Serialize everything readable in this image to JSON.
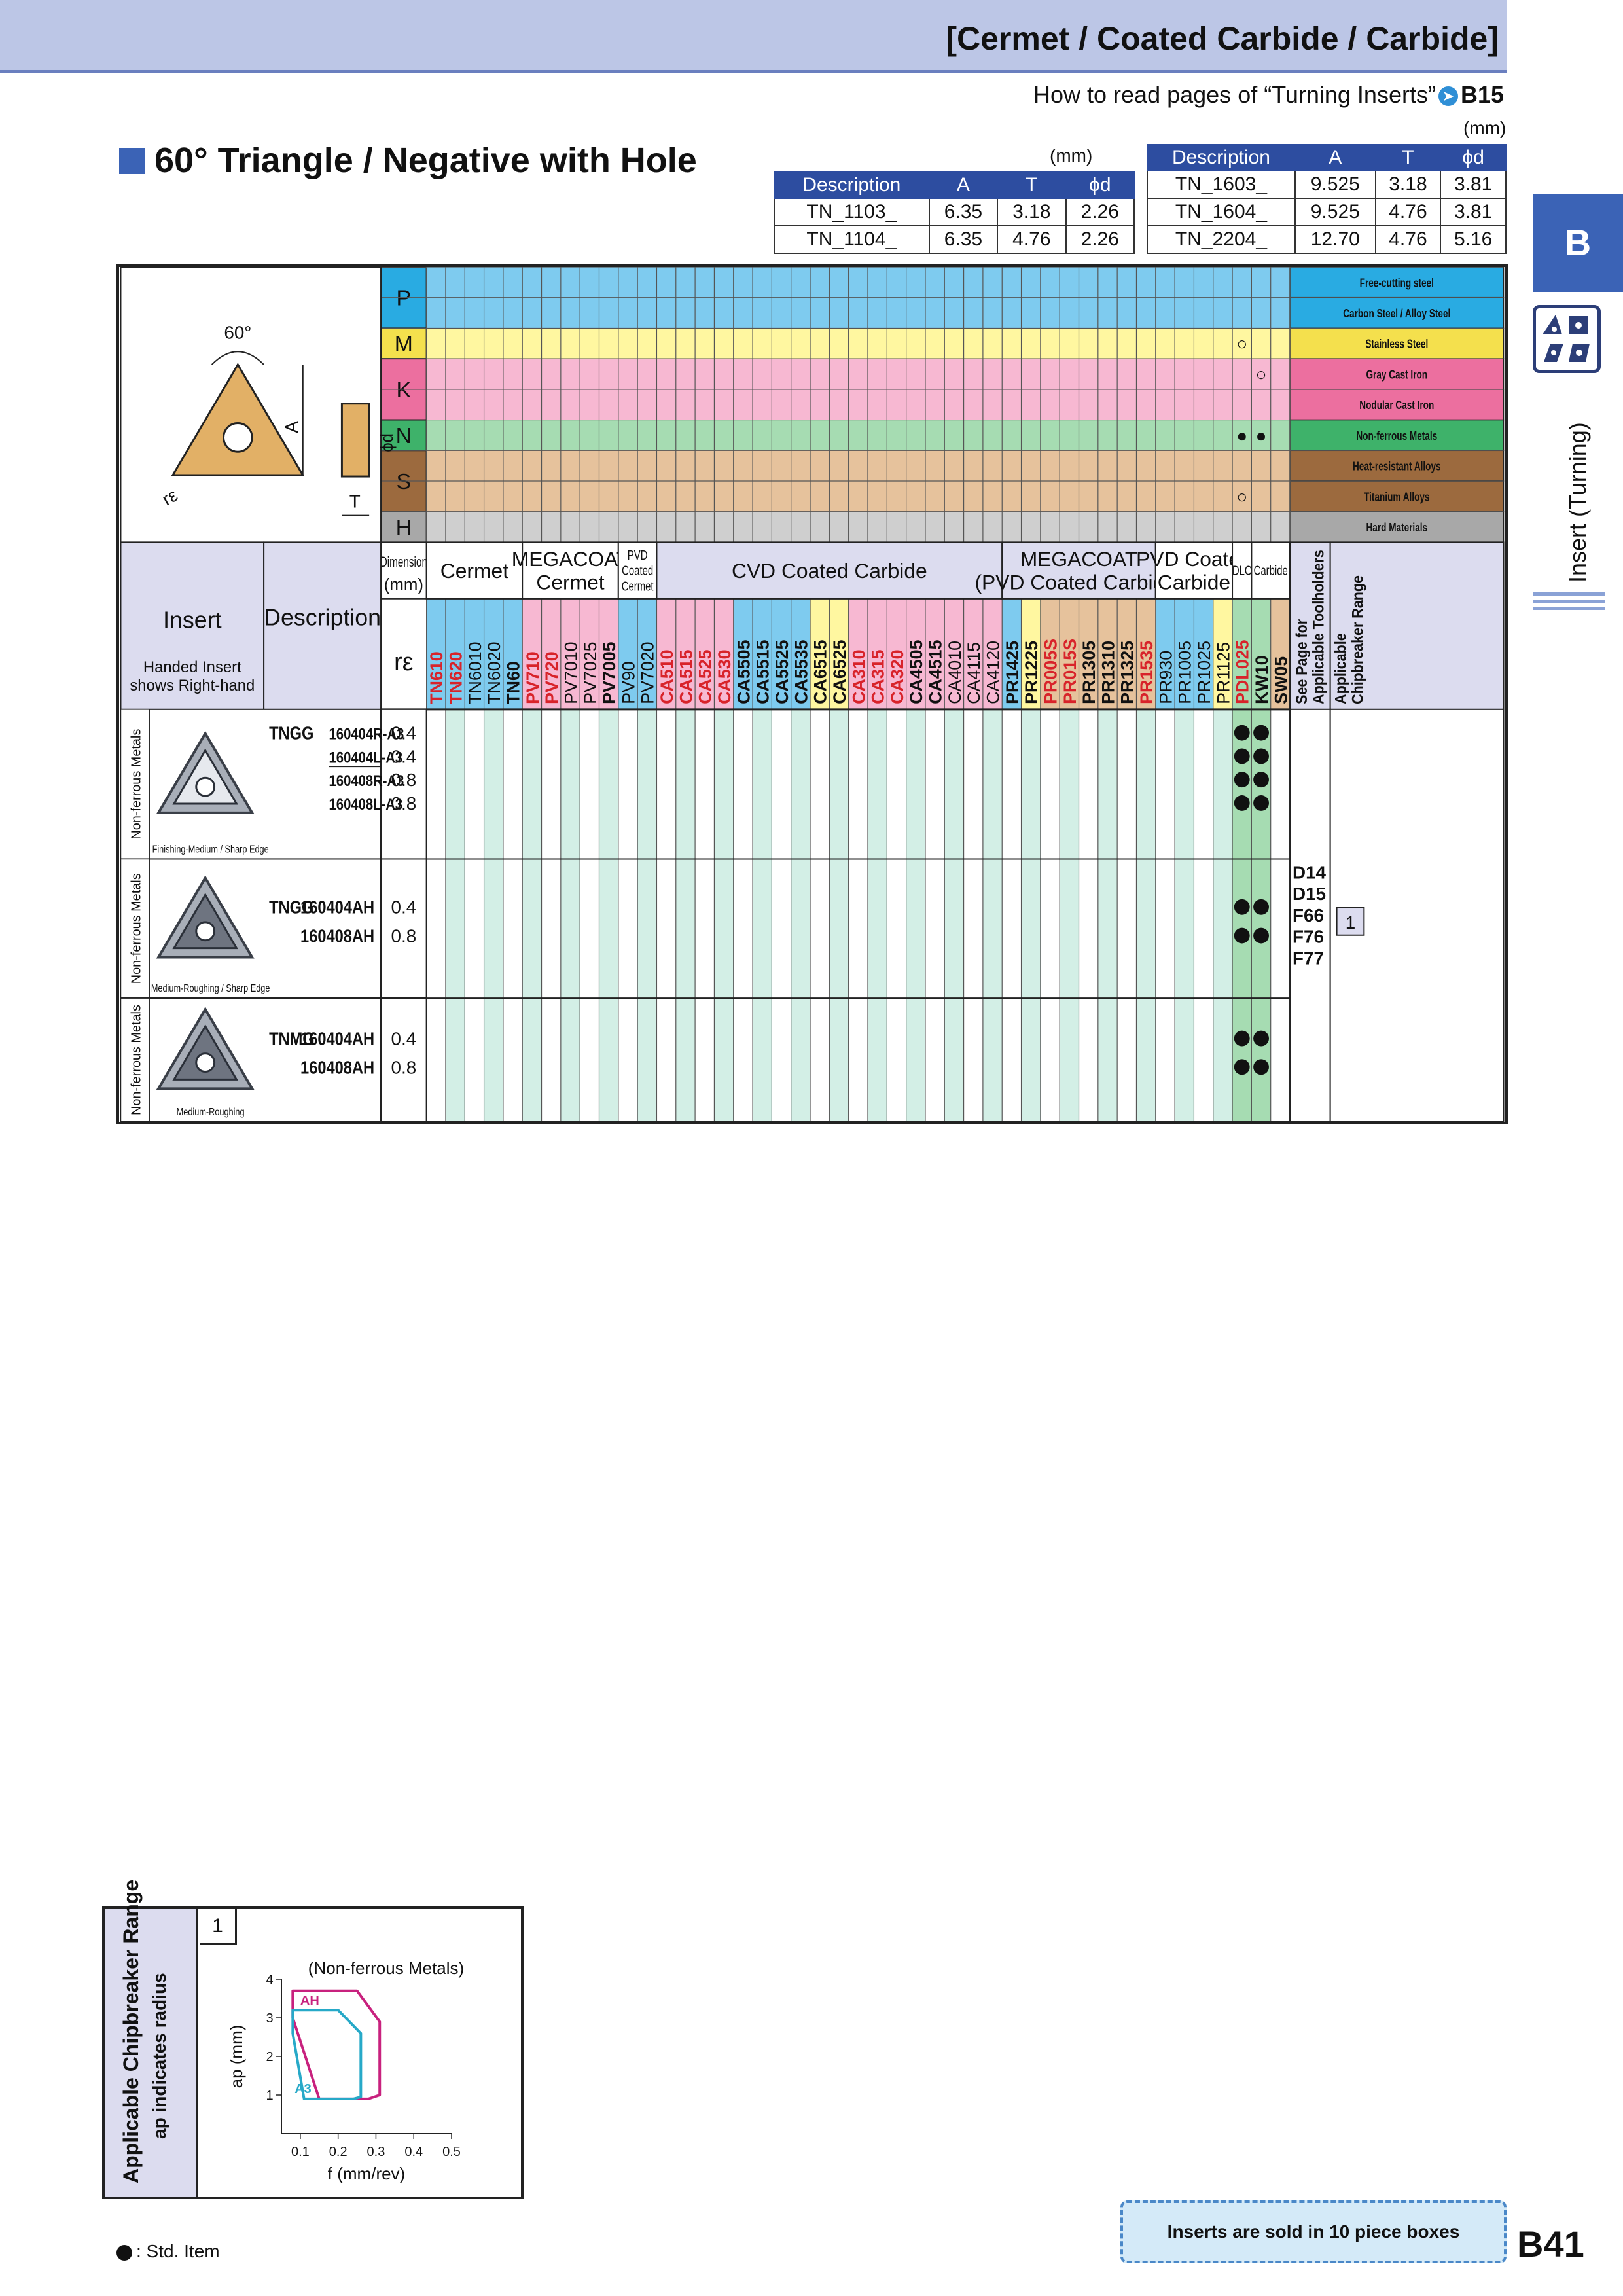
{
  "header": {
    "title": "[Cermet / Coated Carbide / Carbide]"
  },
  "howto": {
    "text": "How to read pages of “Turning Inserts”",
    "ref": "B15"
  },
  "side_tab": {
    "letter": "B",
    "label": "Insert (Turning)"
  },
  "section": {
    "title": "60° Triangle / Negative with Hole"
  },
  "dims_unit": "(mm)",
  "dims_headers": [
    "Description",
    "A",
    "T",
    "ϕd"
  ],
  "dims_left": [
    [
      "TN_1103_",
      "6.35",
      "3.18",
      "2.26"
    ],
    [
      "TN_1104_",
      "6.35",
      "4.76",
      "2.26"
    ]
  ],
  "dims_right": [
    [
      "TN_1603_",
      "9.525",
      "3.18",
      "3.81"
    ],
    [
      "TN_1604_",
      "9.525",
      "4.76",
      "3.81"
    ],
    [
      "TN_2204_",
      "12.70",
      "4.76",
      "5.16"
    ]
  ],
  "diagram": {
    "angle": "60°",
    "radius": "rε",
    "a": "A",
    "t": "T",
    "d": "ϕd"
  },
  "materials": [
    {
      "code": "P",
      "color": "#7ecbef",
      "codecolor": "#29abe2",
      "labels": [
        "Free-cutting steel",
        "Carbon Steel / Alloy Steel"
      ]
    },
    {
      "code": "M",
      "color": "#fff7a0",
      "codecolor": "#f4e04d",
      "labels": [
        "Stainless Steel"
      ]
    },
    {
      "code": "K",
      "color": "#f7b8d2",
      "codecolor": "#ec6f9f",
      "labels": [
        "Gray Cast Iron",
        "Nodular Cast Iron"
      ]
    },
    {
      "code": "N",
      "color": "#a6dcb2",
      "codecolor": "#3eb26a",
      "labels": [
        "Non-ferrous Metals"
      ]
    },
    {
      "code": "S",
      "color": "#e6c29c",
      "codecolor": "#9c6a3e",
      "labels": [
        "Heat-resistant Alloys",
        "Titanium Alloys"
      ]
    },
    {
      "code": "H",
      "color": "#cfcfcf",
      "codecolor": "#a8a8a8",
      "labels": [
        "Hard Materials"
      ]
    }
  ],
  "headers": {
    "insert": "Insert",
    "handed": [
      "Handed Insert",
      "shows Right-hand"
    ],
    "description": "Description",
    "dimension": [
      "Dimension",
      "(mm)"
    ],
    "re": "rε",
    "see_page": [
      "See Page for",
      "Applicable Toolholders"
    ],
    "chipbreaker": [
      "Applicable",
      "Chipbreaker Range"
    ]
  },
  "groups": [
    {
      "label": [
        "Cermet"
      ],
      "count": 5
    },
    {
      "label": [
        "MEGACOAT",
        "Cermet"
      ],
      "count": 5
    },
    {
      "label": [
        "PVD",
        "Coated",
        "Cermet"
      ],
      "count": 2
    },
    {
      "label": [
        "CVD Coated Carbide"
      ],
      "count": 18
    },
    {
      "label": [
        "MEGACOAT",
        "(PVD Coated Carbide)"
      ],
      "count": 8
    },
    {
      "label": [
        "PVD Coated",
        "Carbide"
      ],
      "count": 4
    },
    {
      "label": [
        "DLC"
      ],
      "count": 1
    },
    {
      "label": [
        "Carbide"
      ],
      "count": 2
    }
  ],
  "grades": [
    {
      "n": "TN610",
      "c": "#d8232a",
      "b": 1,
      "bg": "#7ecbef"
    },
    {
      "n": "TN620",
      "c": "#d8232a",
      "b": 1,
      "bg": "#7ecbef"
    },
    {
      "n": "TN6010",
      "c": "#111",
      "b": 0,
      "bg": "#7ecbef"
    },
    {
      "n": "TN6020",
      "c": "#111",
      "b": 0,
      "bg": "#7ecbef"
    },
    {
      "n": "TN60",
      "c": "#111",
      "b": 1,
      "bg": "#7ecbef"
    },
    {
      "n": "PV710",
      "c": "#d8232a",
      "b": 1,
      "bg": "#f7b8d2"
    },
    {
      "n": "PV720",
      "c": "#d8232a",
      "b": 1,
      "bg": "#f7b8d2"
    },
    {
      "n": "PV7010",
      "c": "#111",
      "b": 0,
      "bg": "#f7b8d2"
    },
    {
      "n": "PV7025",
      "c": "#111",
      "b": 0,
      "bg": "#f7b8d2"
    },
    {
      "n": "PV7005",
      "c": "#111",
      "b": 1,
      "bg": "#f7b8d2"
    },
    {
      "n": "PV90",
      "c": "#111",
      "b": 0,
      "bg": "#7ecbef"
    },
    {
      "n": "PV7020",
      "c": "#111",
      "b": 0,
      "bg": "#7ecbef"
    },
    {
      "n": "CA510",
      "c": "#d8232a",
      "b": 1,
      "bg": "#f7b8d2"
    },
    {
      "n": "CA515",
      "c": "#d8232a",
      "b": 1,
      "bg": "#f7b8d2"
    },
    {
      "n": "CA525",
      "c": "#d8232a",
      "b": 1,
      "bg": "#f7b8d2"
    },
    {
      "n": "CA530",
      "c": "#d8232a",
      "b": 1,
      "bg": "#f7b8d2"
    },
    {
      "n": "CA5505",
      "c": "#111",
      "b": 1,
      "bg": "#7ecbef"
    },
    {
      "n": "CA5515",
      "c": "#111",
      "b": 1,
      "bg": "#7ecbef"
    },
    {
      "n": "CA5525",
      "c": "#111",
      "b": 1,
      "bg": "#7ecbef"
    },
    {
      "n": "CA5535",
      "c": "#111",
      "b": 1,
      "bg": "#7ecbef"
    },
    {
      "n": "CA6515",
      "c": "#111",
      "b": 1,
      "bg": "#fff7a0"
    },
    {
      "n": "CA6525",
      "c": "#111",
      "b": 1,
      "bg": "#fff7a0"
    },
    {
      "n": "CA310",
      "c": "#d8232a",
      "b": 1,
      "bg": "#f7b8d2"
    },
    {
      "n": "CA315",
      "c": "#d8232a",
      "b": 1,
      "bg": "#f7b8d2"
    },
    {
      "n": "CA320",
      "c": "#d8232a",
      "b": 1,
      "bg": "#f7b8d2"
    },
    {
      "n": "CA4505",
      "c": "#111",
      "b": 1,
      "bg": "#f7b8d2"
    },
    {
      "n": "CA4515",
      "c": "#111",
      "b": 1,
      "bg": "#f7b8d2"
    },
    {
      "n": "CA4010",
      "c": "#111",
      "b": 0,
      "bg": "#f7b8d2"
    },
    {
      "n": "CA4115",
      "c": "#111",
      "b": 0,
      "bg": "#f7b8d2"
    },
    {
      "n": "CA4120",
      "c": "#111",
      "b": 0,
      "bg": "#f7b8d2"
    },
    {
      "n": "PR1425",
      "c": "#111",
      "b": 1,
      "bg": "#7ecbef"
    },
    {
      "n": "PR1225",
      "c": "#111",
      "b": 1,
      "bg": "#fff7a0"
    },
    {
      "n": "PR005S",
      "c": "#d8232a",
      "b": 1,
      "bg": "#e6c29c"
    },
    {
      "n": "PR015S",
      "c": "#d8232a",
      "b": 1,
      "bg": "#e6c29c"
    },
    {
      "n": "PR1305",
      "c": "#111",
      "b": 1,
      "bg": "#e6c29c"
    },
    {
      "n": "PR1310",
      "c": "#111",
      "b": 1,
      "bg": "#e6c29c"
    },
    {
      "n": "PR1325",
      "c": "#111",
      "b": 1,
      "bg": "#e6c29c"
    },
    {
      "n": "PR1535",
      "c": "#d8232a",
      "b": 1,
      "bg": "#e6c29c"
    },
    {
      "n": "PR930",
      "c": "#111",
      "b": 0,
      "bg": "#7ecbef"
    },
    {
      "n": "PR1005",
      "c": "#111",
      "b": 0,
      "bg": "#7ecbef"
    },
    {
      "n": "PR1025",
      "c": "#111",
      "b": 0,
      "bg": "#7ecbef"
    },
    {
      "n": "PR1125",
      "c": "#111",
      "b": 0,
      "bg": "#fff7a0"
    },
    {
      "n": "PDL025",
      "c": "#d8232a",
      "b": 1,
      "bg": "#a6dcb2"
    },
    {
      "n": "KW10",
      "c": "#111",
      "b": 1,
      "bg": "#a6dcb2"
    },
    {
      "n": "SW05",
      "c": "#111",
      "b": 1,
      "bg": "#e6c29c"
    }
  ],
  "dlc_marks": [
    {
      "row": 2,
      "col": 42,
      "sym": "○"
    },
    {
      "row": 3,
      "col": 43,
      "sym": "○"
    },
    {
      "row": 5,
      "col": 42,
      "sym": "●"
    },
    {
      "row": 5,
      "col": 43,
      "sym": "●"
    },
    {
      "row": 7,
      "col": 42,
      "sym": "○"
    }
  ],
  "sections": [
    {
      "side": "Non-ferrous Metals",
      "caption": "Finishing-Medium / Sharp Edge",
      "prefix": "TNGG",
      "items": [
        {
          "desc": "160404R-A3",
          "re": "0.4",
          "marks": [
            42,
            43
          ]
        },
        {
          "desc": "160404L-A3",
          "re": "0.4",
          "marks": [
            42,
            43
          ]
        },
        {
          "desc": "160408R-A3",
          "re": "0.8",
          "marks": [
            42,
            43
          ]
        },
        {
          "desc": "160408L-A3",
          "re": "0.8",
          "marks": [
            42,
            43
          ]
        }
      ]
    },
    {
      "side": "Non-ferrous Metals",
      "caption": "Medium-Roughing / Sharp Edge",
      "prefix": "TNGG",
      "items": [
        {
          "desc": "160404AH",
          "re": "0.4",
          "marks": [
            42,
            43
          ]
        },
        {
          "desc": "160408AH",
          "re": "0.8",
          "marks": [
            42,
            43
          ]
        }
      ]
    },
    {
      "side": "Non-ferrous Metals",
      "caption": "Medium-Roughing",
      "prefix": "TNMG",
      "items": [
        {
          "desc": "160404AH",
          "re": "0.4",
          "marks": [
            42,
            43
          ]
        },
        {
          "desc": "160408AH",
          "re": "0.8",
          "marks": [
            42,
            43
          ]
        }
      ]
    }
  ],
  "see_pages": [
    "D14",
    "D15",
    "F66",
    "F76",
    "F77"
  ],
  "chipbreaker_ref": "1",
  "legend": {
    "side_title": "Applicable Chipbreaker Range",
    "side_sub": "ap indicates radius",
    "box_no": "1"
  },
  "chart_data": {
    "type": "area",
    "title": "(Non-ferrous Metals)",
    "xlabel": "f (mm/rev)",
    "ylabel": "ap (mm)",
    "xlim": [
      0.05,
      0.5
    ],
    "ylim": [
      0,
      4
    ],
    "xticks": [
      "0.1",
      "0.2",
      "0.3",
      "0.4",
      "0.5"
    ],
    "yticks": [
      "1",
      "2",
      "3",
      "4"
    ],
    "series": [
      {
        "name": "AH",
        "color": "#c8217e",
        "x": [
          0.08,
          0.25,
          0.31,
          0.31,
          0.28,
          0.15,
          0.08
        ],
        "y": [
          3.7,
          3.7,
          2.9,
          1.0,
          0.9,
          0.9,
          3.0
        ]
      },
      {
        "name": "A3",
        "color": "#27a9c8",
        "x": [
          0.08,
          0.2,
          0.26,
          0.26,
          0.24,
          0.11,
          0.08
        ],
        "y": [
          3.2,
          3.2,
          2.6,
          0.95,
          0.9,
          0.9,
          2.6
        ]
      }
    ]
  },
  "footer": {
    "std_item": ": Std. Item",
    "boxes": "Inserts are sold in 10 piece boxes",
    "page": "B41"
  }
}
